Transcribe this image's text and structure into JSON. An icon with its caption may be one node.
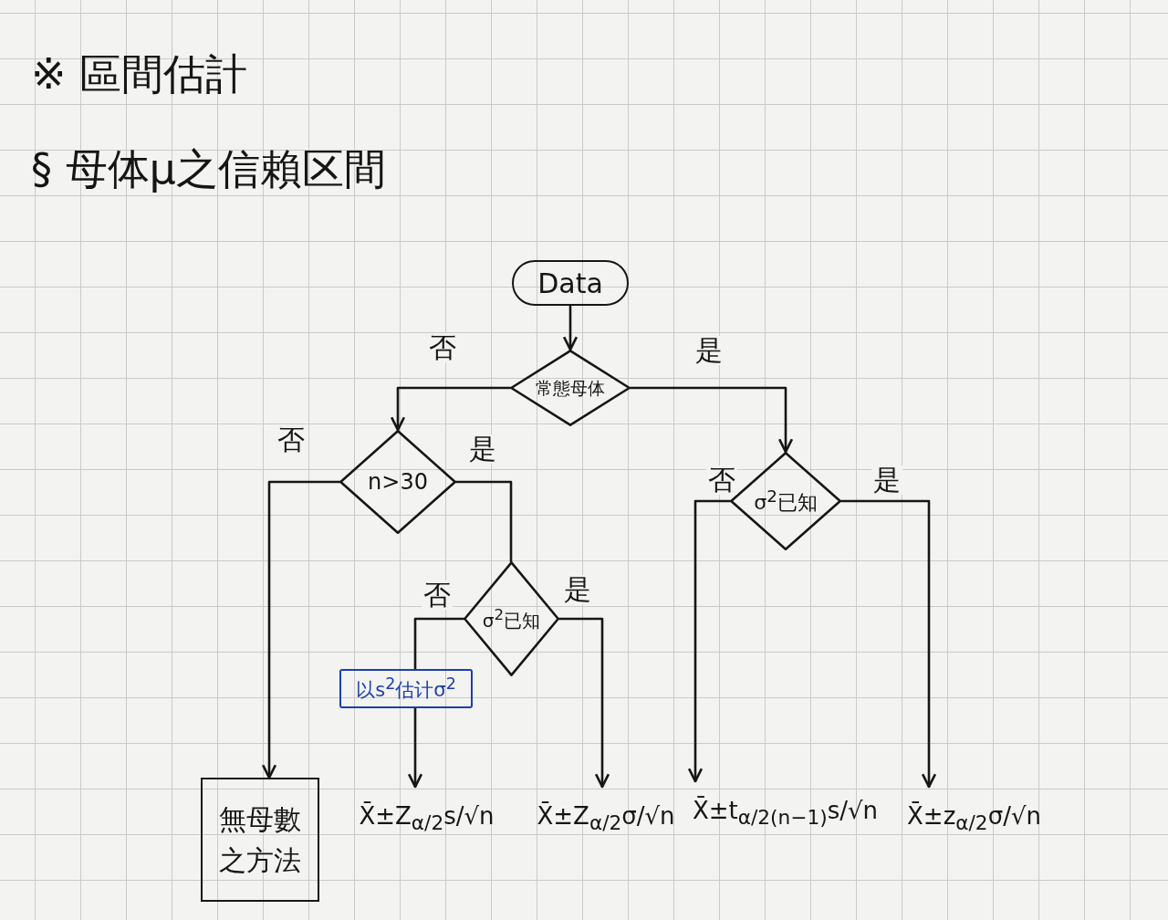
{
  "diagram": {
    "title": "※ 區間估計",
    "nodes": [
      {
        "text": [
          "Data"
        ]
      },
      {
        "text": [
          "常態母体"
        ]
      },
      {
        "text": [
          "n>30"
        ]
      },
      {
        "text": [
          "σ$^{2}$已知"
        ]
      },
      {
        "text": [
          "σ$^{2}$已知"
        ]
      },
      {
        "text": [
          "以s$^{2}$估计σ$^{2}$"
        ]
      },
      {
        "text": [
          "無母數之方法"
        ]
      },
      {
        "text": [
          "X̄±Z$_{α/2}$s/√n"
        ]
      },
      {
        "text": [
          "X̄±Z$_{α/2}$σ/√n"
        ]
      },
      {
        "text": [
          "X̄±t$_{α/2(n−1)}$s/√n"
        ]
      },
      {
        "text": [
          "X̄±z$_{α/2}$σ/√n"
        ]
      }
    ],
    "edges": [
      {
        "from": 0,
        "to": 1,
        "arrow": "to"
      },
      {
        "from": 1,
        "to": 2,
        "arrow": "to",
        "label": "否"
      },
      {
        "from": 1,
        "to": 3,
        "arrow": "to",
        "label": "是"
      },
      {
        "from": 2,
        "to": 6,
        "arrow": "to",
        "label": "否"
      },
      {
        "from": 2,
        "to": 4,
        "arrow": "none",
        "label": "是"
      },
      {
        "from": 3,
        "to": 9,
        "arrow": "to",
        "label": "否"
      },
      {
        "from": 3,
        "to": 10,
        "arrow": "to",
        "label": "是"
      },
      {
        "from": 4,
        "to": 5,
        "arrow": "none",
        "label": "否"
      },
      {
        "from": 4,
        "to": 8,
        "arrow": "to",
        "label": "是"
      },
      {
        "from": 5,
        "to": 7,
        "arrow": "to"
      }
    ],
    "labels": [
      "§ 母体μ之信賴区間"
    ]
  }
}
